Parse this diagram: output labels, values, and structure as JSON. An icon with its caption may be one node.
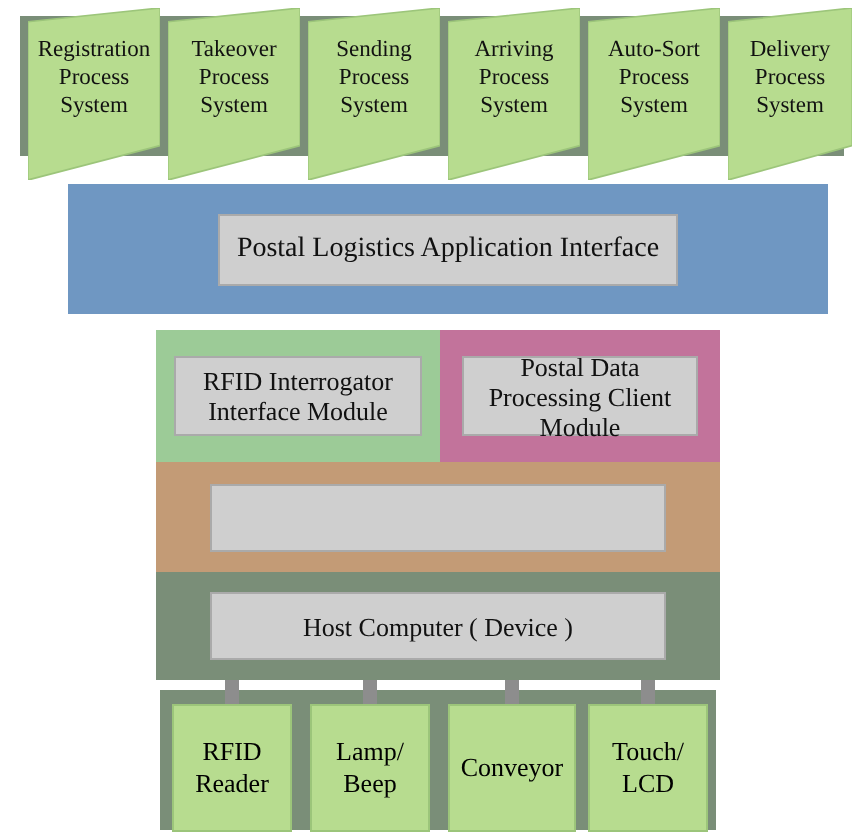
{
  "diagram": {
    "nodes": [
      {
        "text": [
          "Registration Process System"
        ]
      },
      {
        "text": [
          "Takeover Process System"
        ]
      },
      {
        "text": [
          "Sending Process System"
        ]
      },
      {
        "text": [
          "Arriving Process System"
        ]
      },
      {
        "text": [
          "Auto-Sort Process System"
        ]
      },
      {
        "text": [
          "Delivery Process System"
        ]
      },
      {
        "text": [
          "Postal Logistics Application Interface"
        ]
      },
      {
        "text": [
          "RFID Interrogator Interface Module"
        ]
      },
      {
        "text": [
          "Postal Data Processing Client Module"
        ]
      },
      {
        "text": [],
        "shape": "box"
      },
      {
        "text": [
          "Host Computer ( Device )"
        ]
      },
      {
        "text": [
          "RFID Reader"
        ]
      },
      {
        "text": [
          "Lamp/ Beep"
        ]
      },
      {
        "text": [
          "Conveyor"
        ]
      },
      {
        "text": [
          "Touch/ LCD"
        ]
      }
    ],
    "edges": [
      {
        "from": 10,
        "to": 11,
        "arrow": "none"
      },
      {
        "from": 10,
        "to": 12,
        "arrow": "none"
      },
      {
        "from": 10,
        "to": 13,
        "arrow": "none"
      },
      {
        "from": 10,
        "to": 14,
        "arrow": "none"
      }
    ]
  }
}
